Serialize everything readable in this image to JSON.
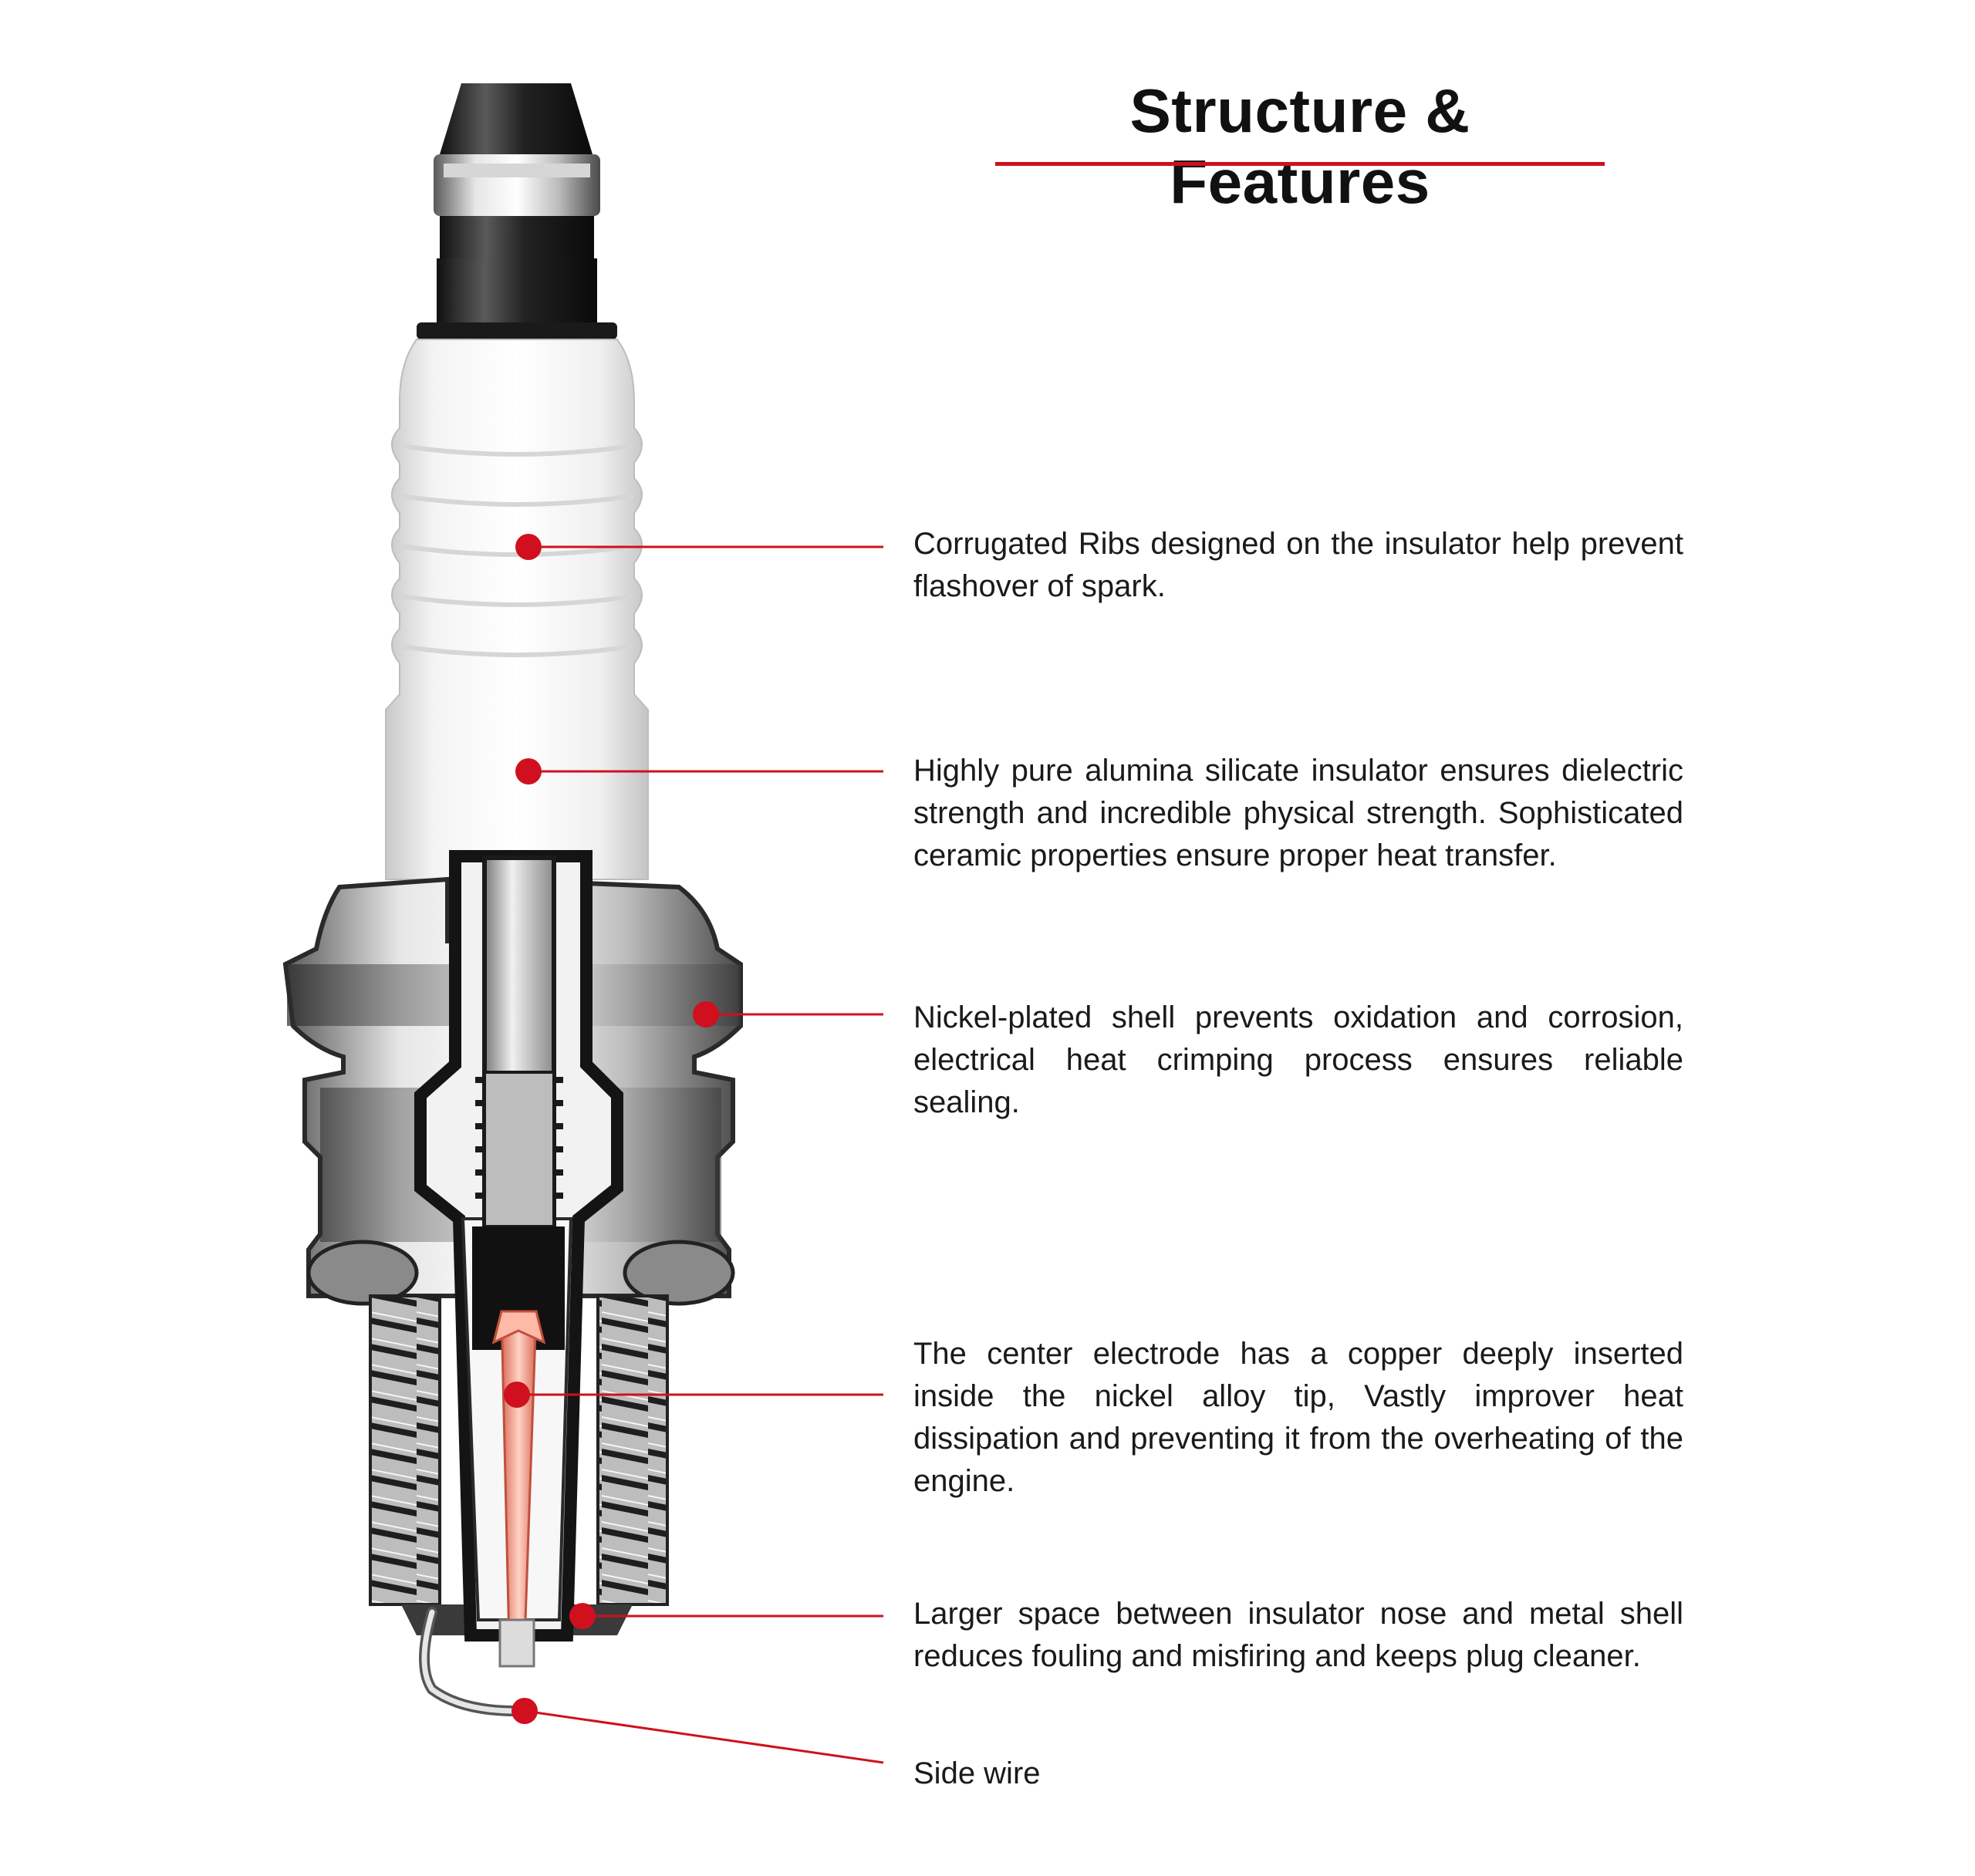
{
  "title": "Structure & Features",
  "colors": {
    "accent": "#d0101e",
    "text": "#1a1a1a",
    "metal_light": "#e8e8e8",
    "metal_dark": "#2a2a2a",
    "insulator": "#f2f2f2",
    "copper": "#e8806a"
  },
  "callouts": [
    {
      "id": "corrugated-ribs",
      "text": "Corrugated Ribs designed on the insulator help prevent flashover of spark."
    },
    {
      "id": "insulator",
      "text": "Highly pure alumina silicate insulator ensures dielectric strength and incredible physical strength. Sophisticated ceramic properties ensure proper heat transfer."
    },
    {
      "id": "shell",
      "text": "Nickel-plated shell prevents oxidation and corrosion, electrical heat crimping process ensures reliable sealing."
    },
    {
      "id": "center-electrode",
      "text": "The center electrode has a copper deeply inserted inside the nickel alloy tip, Vastly improver heat dissipation and preventing it from the overheating of the engine."
    },
    {
      "id": "nose-space",
      "text": "Larger space between insulator nose and metal shell reduces fouling and misfiring and keeps plug cleaner."
    },
    {
      "id": "side-wire",
      "text": "Side wire"
    }
  ]
}
